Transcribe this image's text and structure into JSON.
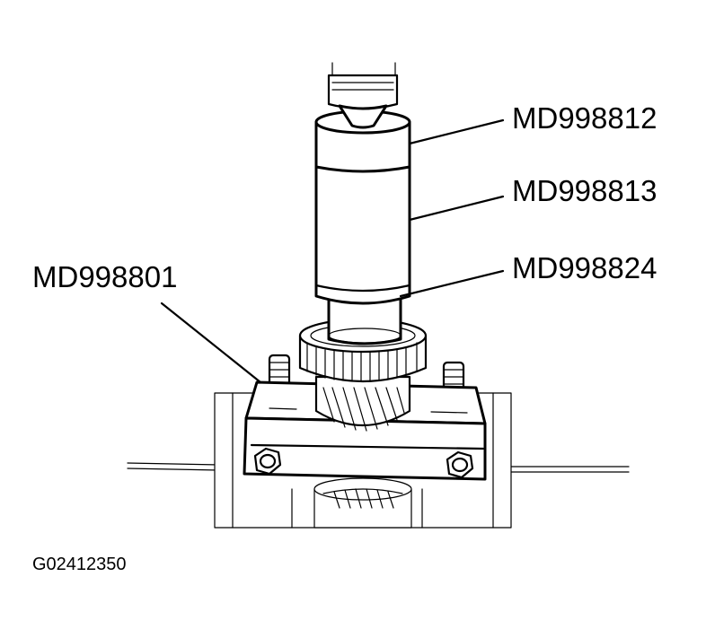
{
  "callouts": {
    "md998812": "MD998812",
    "md998813": "MD998813",
    "md998824": "MD998824",
    "md998801": "MD998801"
  },
  "figure_code": "G02412350",
  "icons": [
    "press-ram",
    "installer-tool",
    "gear",
    "bearing-plate-fixture",
    "bolt"
  ]
}
